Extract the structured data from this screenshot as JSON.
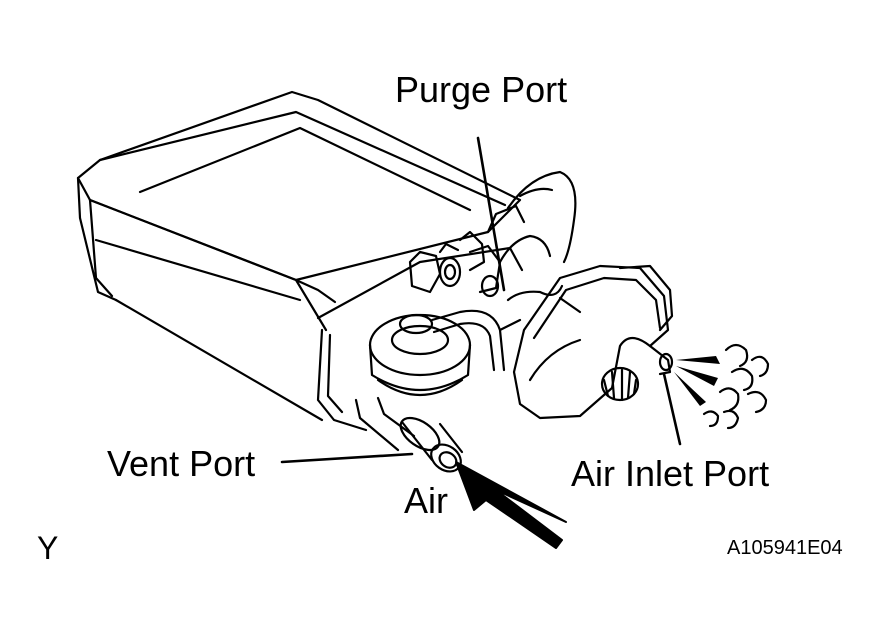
{
  "labels": {
    "purge_port": "Purge Port",
    "vent_port": "Vent Port",
    "air": "Air",
    "air_inlet_port": "Air Inlet Port"
  },
  "corner_mark": "Y",
  "figure_code": "A105941E04",
  "colors": {
    "line": "#000000",
    "background": "#ffffff"
  }
}
